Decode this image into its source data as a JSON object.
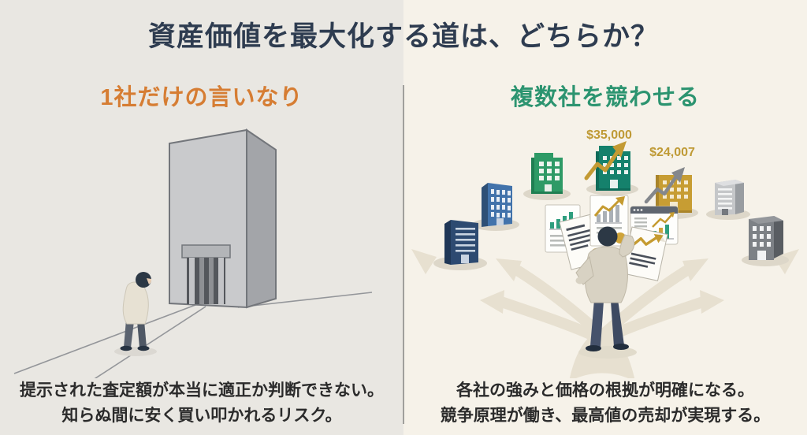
{
  "title": "資産価値を最大化する道は、どちらか？",
  "left_panel": {
    "heading": "1社だけの言いなり",
    "caption_line1": "提示された査定額が本当に適正か判断できない。",
    "caption_line2": "知らぬ間に安く買い叩かれるリスク。"
  },
  "right_panel": {
    "heading": "複数社を競わせる",
    "price_high": "$35,000",
    "price_low": "$24,007",
    "caption_line1": "各社の強みと価格の根拠が明確になる。",
    "caption_line2": "競争原理が働き、最高値の売却が実現する。"
  },
  "colors": {
    "left_background": "#e9e7e2",
    "right_background": "#f6f2e9",
    "title_text": "#2e3c50",
    "left_heading": "#d67d33",
    "right_heading": "#2c9470",
    "caption_text": "#2b2b2b",
    "price_label": "#bf9a35",
    "teal_building": "#15816c",
    "gold_building": "#c79d33",
    "green_building": "#2e9a66",
    "blue_building": "#4273ab",
    "navy_building": "#2d4a71"
  }
}
